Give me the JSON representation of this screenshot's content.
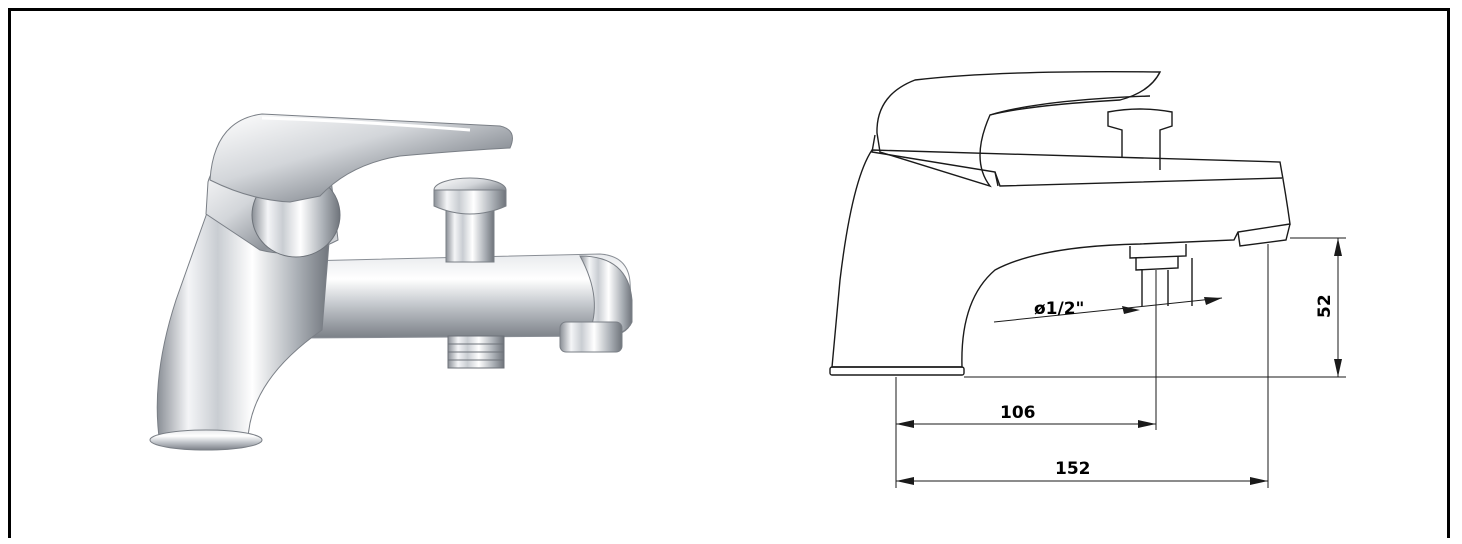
{
  "dimensions": {
    "thread": "ø1/2\"",
    "spout_to_outlet": "106",
    "spout_to_tip": "152",
    "height": "52"
  },
  "colors": {
    "line": "#1a1a1a",
    "chrome_dark": "#7a7f86",
    "chrome_mid": "#c9cdd2",
    "chrome_light": "#f4f5f7"
  }
}
